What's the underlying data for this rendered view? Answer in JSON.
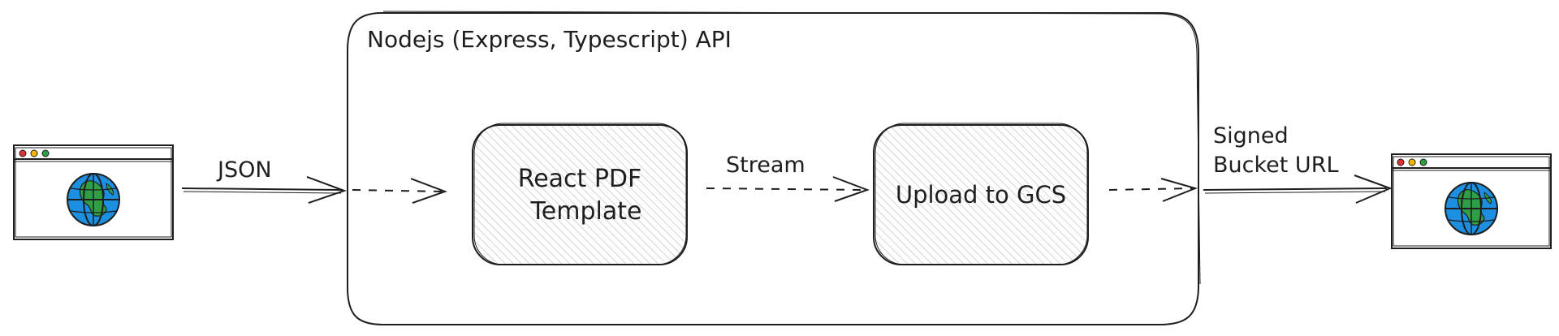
{
  "api_container": {
    "title": "Nodejs (Express, Typescript) API"
  },
  "nodes": {
    "template": {
      "line1": "React PDF",
      "line2": "Template"
    },
    "upload": {
      "label": "Upload to GCS"
    }
  },
  "edges": {
    "json": {
      "label": "JSON"
    },
    "stream": {
      "label": "Stream"
    },
    "signed_url": {
      "line1": "Signed",
      "line2": "Bucket URL"
    }
  },
  "icons": {
    "client_left": "browser-window-globe-icon",
    "client_right": "browser-window-globe-icon"
  },
  "colors": {
    "stroke": "#1e1e1e",
    "hatch": "#a7a7a7",
    "globe_ocean": "#1c8fe0",
    "globe_land": "#2f9e44",
    "dot_red": "#e03131",
    "dot_yellow": "#f5b700",
    "dot_green": "#2f9e44"
  }
}
